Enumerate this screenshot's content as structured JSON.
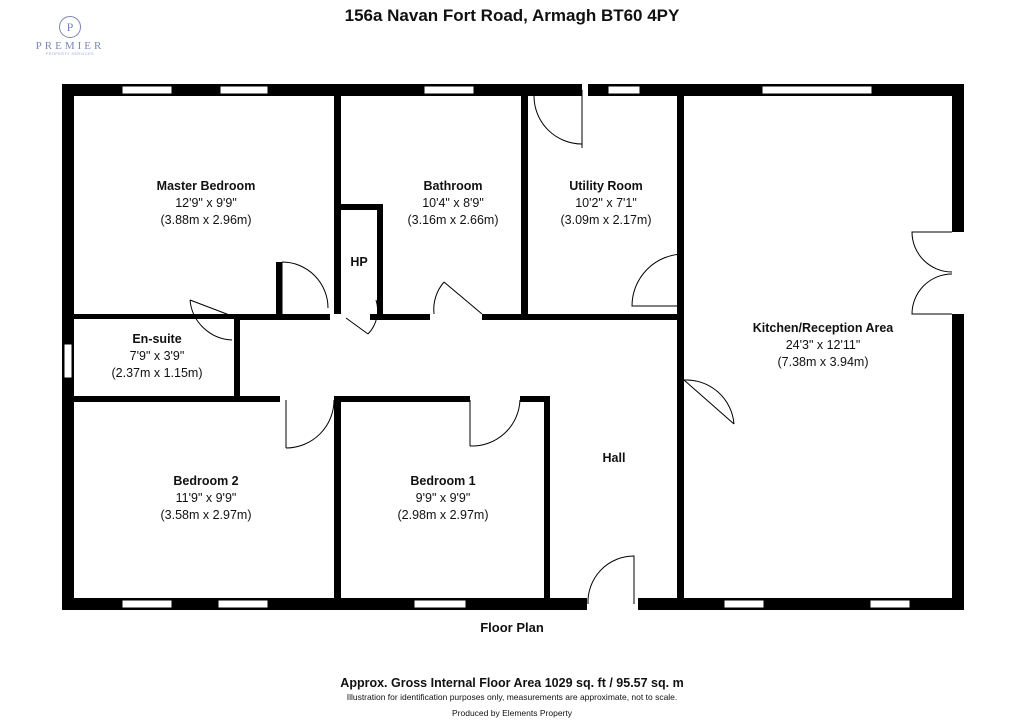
{
  "header": {
    "title": "156a Navan Fort Road, Armagh BT60 4PY"
  },
  "logo": {
    "letter": "P",
    "word": "PREMIER",
    "sub": "PROPERTY SERVICES"
  },
  "rooms": {
    "master_bedroom": {
      "name": "Master Bedroom",
      "imperial": "12'9\" x 9'9\"",
      "metric": "(3.88m x 2.96m)"
    },
    "bathroom": {
      "name": "Bathroom",
      "imperial": "10'4\" x 8'9\"",
      "metric": "(3.16m x 2.66m)"
    },
    "utility_room": {
      "name": "Utility Room",
      "imperial": "10'2\" x 7'1\"",
      "metric": "(3.09m x 2.17m)"
    },
    "kitchen": {
      "name": "Kitchen/Reception Area",
      "imperial": "24'3\" x 12'11\"",
      "metric": "(7.38m x 3.94m)"
    },
    "hp": {
      "name": "HP"
    },
    "en_suite": {
      "name": "En-suite",
      "imperial": "7'9\" x 3'9\"",
      "metric": "(2.37m x 1.15m)"
    },
    "bedroom_2": {
      "name": "Bedroom 2",
      "imperial": "11'9\" x 9'9\"",
      "metric": "(3.58m x 2.97m)"
    },
    "bedroom_1": {
      "name": "Bedroom 1",
      "imperial": "9'9\" x 9'9\"",
      "metric": "(2.98m x 2.97m)"
    },
    "hall": {
      "name": "Hall"
    }
  },
  "footer": {
    "floor_plan": "Floor Plan",
    "area": "Approx. Gross Internal Floor Area 1029 sq. ft / 95.57 sq. m",
    "disclaimer": "Illustration for identification purposes only, measurements are approximate, not to scale.",
    "produced_by": "Produced by Elements Property"
  }
}
